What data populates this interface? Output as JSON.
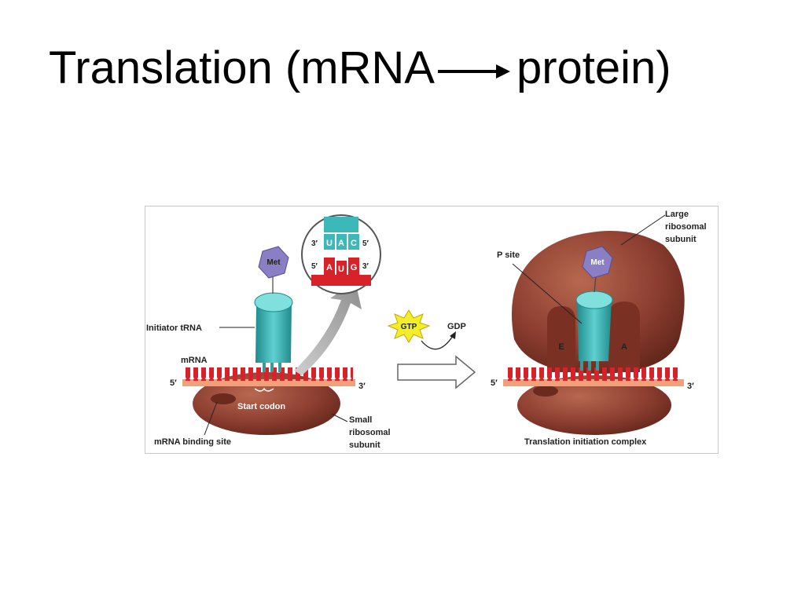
{
  "slide": {
    "title_before": "Translation (mRNA",
    "title_after": "protein)"
  },
  "figure": {
    "left_panel": {
      "met_label": "Met",
      "initiator_trna_label": "Initiator tRNA",
      "mrna_label": "mRNA",
      "five_prime": "5′",
      "three_prime": "3′",
      "start_codon_label": "Start codon",
      "mrna_binding_site_label": "mRNA binding site",
      "small_subunit_label": [
        "Small",
        "ribosomal",
        "subunit"
      ]
    },
    "inset": {
      "anticodon": [
        "U",
        "A",
        "C"
      ],
      "codon": [
        "A",
        "U",
        "G"
      ],
      "top_left_end": "3′",
      "top_right_end": "5′",
      "bottom_left_end": "5′",
      "bottom_right_end": "3′"
    },
    "middle": {
      "gtp_label": "GTP",
      "gdp_label": "GDP"
    },
    "right_panel": {
      "met_label": "Met",
      "p_site_label": "P site",
      "large_subunit_label": [
        "Large",
        "ribosomal",
        "subunit"
      ],
      "e_site_label": "E",
      "a_site_label": "A",
      "five_prime": "5′",
      "three_prime": "3′",
      "caption": "Translation initiation complex"
    }
  },
  "colors": {
    "ribosome": "#8b3d30",
    "trna": "#3cb8b8",
    "mrna": "#d8222a",
    "met": "#8a7fc4",
    "gtp": "#f2ee2a"
  }
}
